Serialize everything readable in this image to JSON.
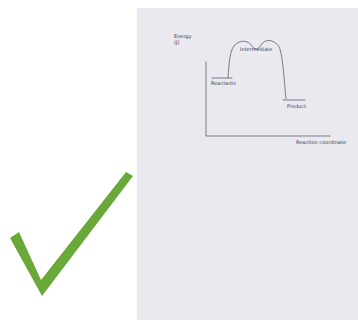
{
  "diagram": {
    "labels": [
      "Energy (J)",
      "Intermediate",
      "Reactants",
      "Product",
      "Reaction coordinate"
    ]
  }
}
